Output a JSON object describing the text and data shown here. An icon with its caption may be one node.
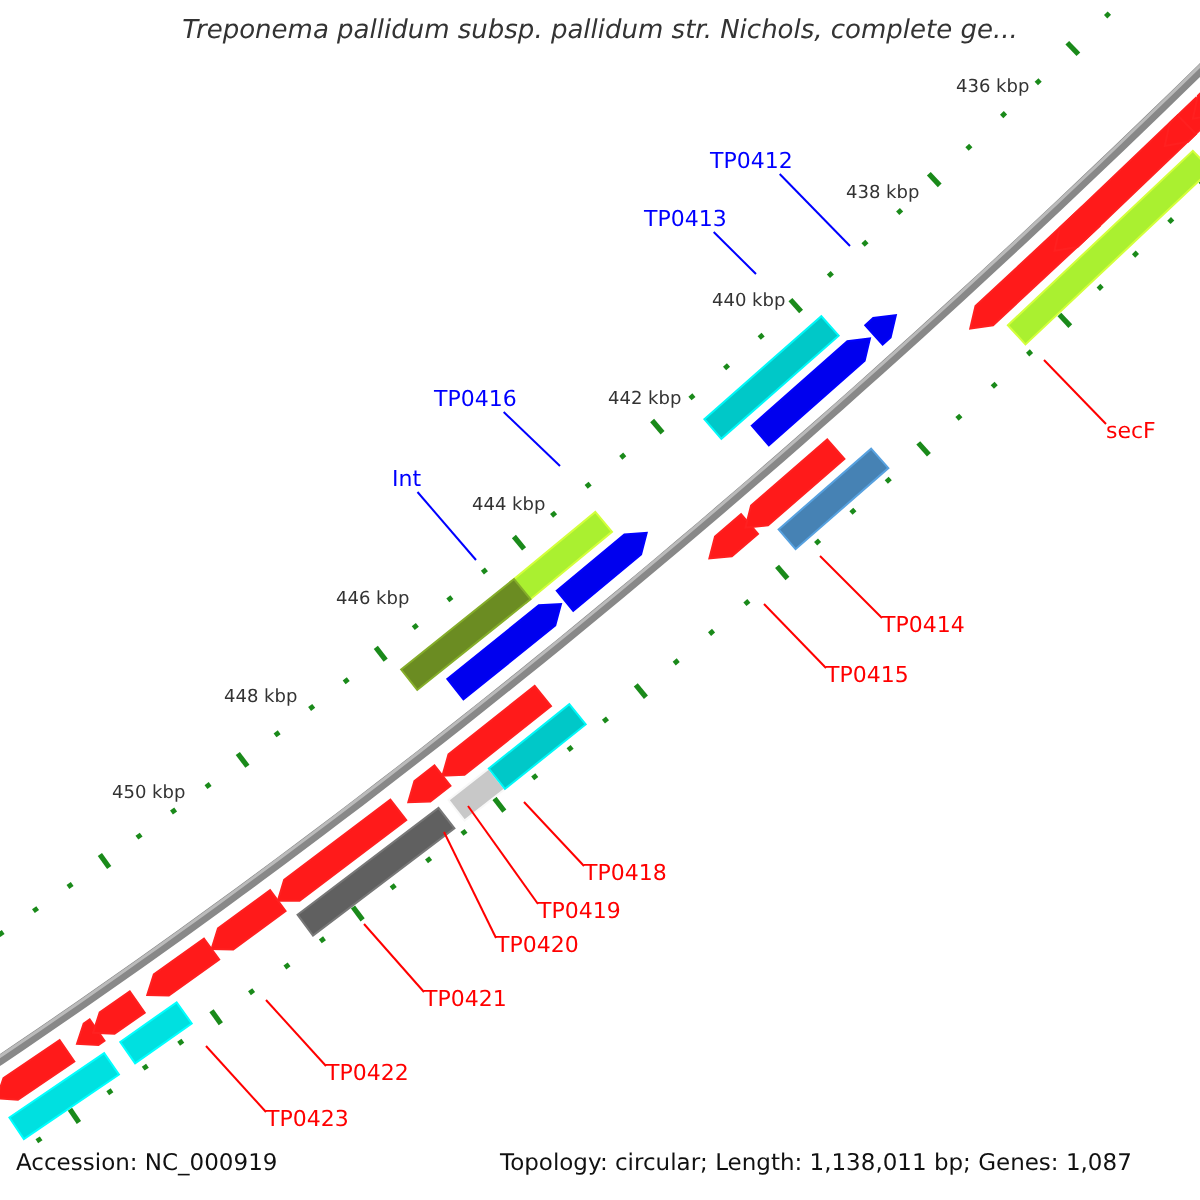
{
  "diagram": {
    "title": "Treponema pallidum subsp. pallidum str. Nichols, complete ge...",
    "nodes": [
      {
        "text": [
          "TP0412"
        ]
      },
      {
        "text": [
          "TP0413"
        ]
      },
      {
        "text": [
          "TP0416"
        ]
      },
      {
        "text": [
          "secF"
        ]
      },
      {
        "text": [
          "Int"
        ]
      },
      {
        "text": [
          "TP0414"
        ]
      },
      {
        "text": [
          "TP0415"
        ]
      },
      {
        "text": [
          "TP0418"
        ]
      },
      {
        "text": [
          "TP0419"
        ]
      },
      {
        "text": [
          "TP0420"
        ]
      },
      {
        "text": [
          "TP0421"
        ]
      },
      {
        "text": [
          "TP0422"
        ]
      },
      {
        "text": [
          "TP0423"
        ]
      }
    ],
    "edges": [
      {
        "from": 0,
        "to": null,
        "arrow": "none",
        "color": "#0000ff"
      },
      {
        "from": 1,
        "to": null,
        "arrow": "none",
        "color": "#0000ff"
      },
      {
        "from": 2,
        "to": null,
        "arrow": "none",
        "color": "#0000ff"
      },
      {
        "from": 3,
        "to": null,
        "arrow": "none"
      },
      {
        "from": 4,
        "to": null,
        "arrow": "none",
        "color": "#0000ff"
      },
      {
        "from": 5,
        "to": null,
        "arrow": "none"
      },
      {
        "from": 6,
        "to": null,
        "arrow": "none"
      },
      {
        "from": 7,
        "to": null,
        "arrow": "none"
      },
      {
        "from": 8,
        "to": null,
        "arrow": "none"
      },
      {
        "from": 9,
        "to": null,
        "arrow": "none"
      },
      {
        "from": 10,
        "to": null,
        "arrow": "none"
      },
      {
        "from": 11,
        "to": null,
        "arrow": "none"
      },
      {
        "from": 12,
        "to": null,
        "arrow": "none"
      }
    ],
    "labels": [
      "436 kbp",
      "438 kbp",
      "440 kbp",
      "442 kbp",
      "444 kbp",
      "446 kbp",
      "448 kbp",
      "450 kbp",
      "Accession: NC_000919",
      "Topology: circular; Length: 1,138,011 bp; Genes: 1,087"
    ]
  }
}
